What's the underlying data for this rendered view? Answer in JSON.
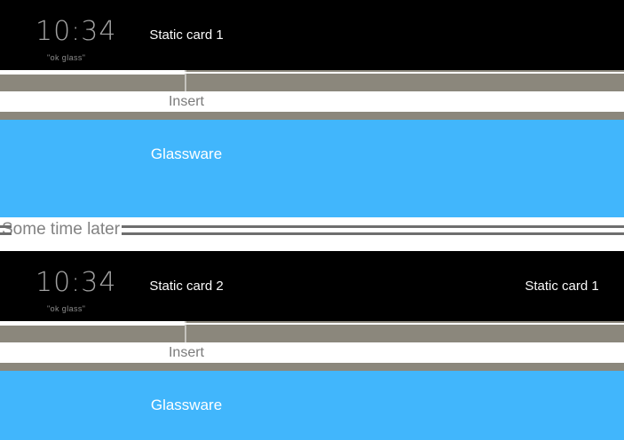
{
  "colors": {
    "glassware_blue": "#41B6FC",
    "timeline_gray": "#8B877C",
    "card_black": "#000000",
    "divider_line_gray": "#6E6E6E"
  },
  "before": {
    "home_card": {
      "clock": "10:34",
      "hotword": "\"ok glass\"",
      "label": "Static card 1"
    },
    "insert_label": "Insert",
    "glassware_label": "Glassware"
  },
  "divider_label": "Some time later",
  "after": {
    "home_card": {
      "clock": "10:34",
      "hotword": "\"ok glass\"",
      "label": "Static card 2",
      "pushed_label": "Static card 1"
    },
    "insert_label": "Insert",
    "glassware_label": "Glassware"
  }
}
